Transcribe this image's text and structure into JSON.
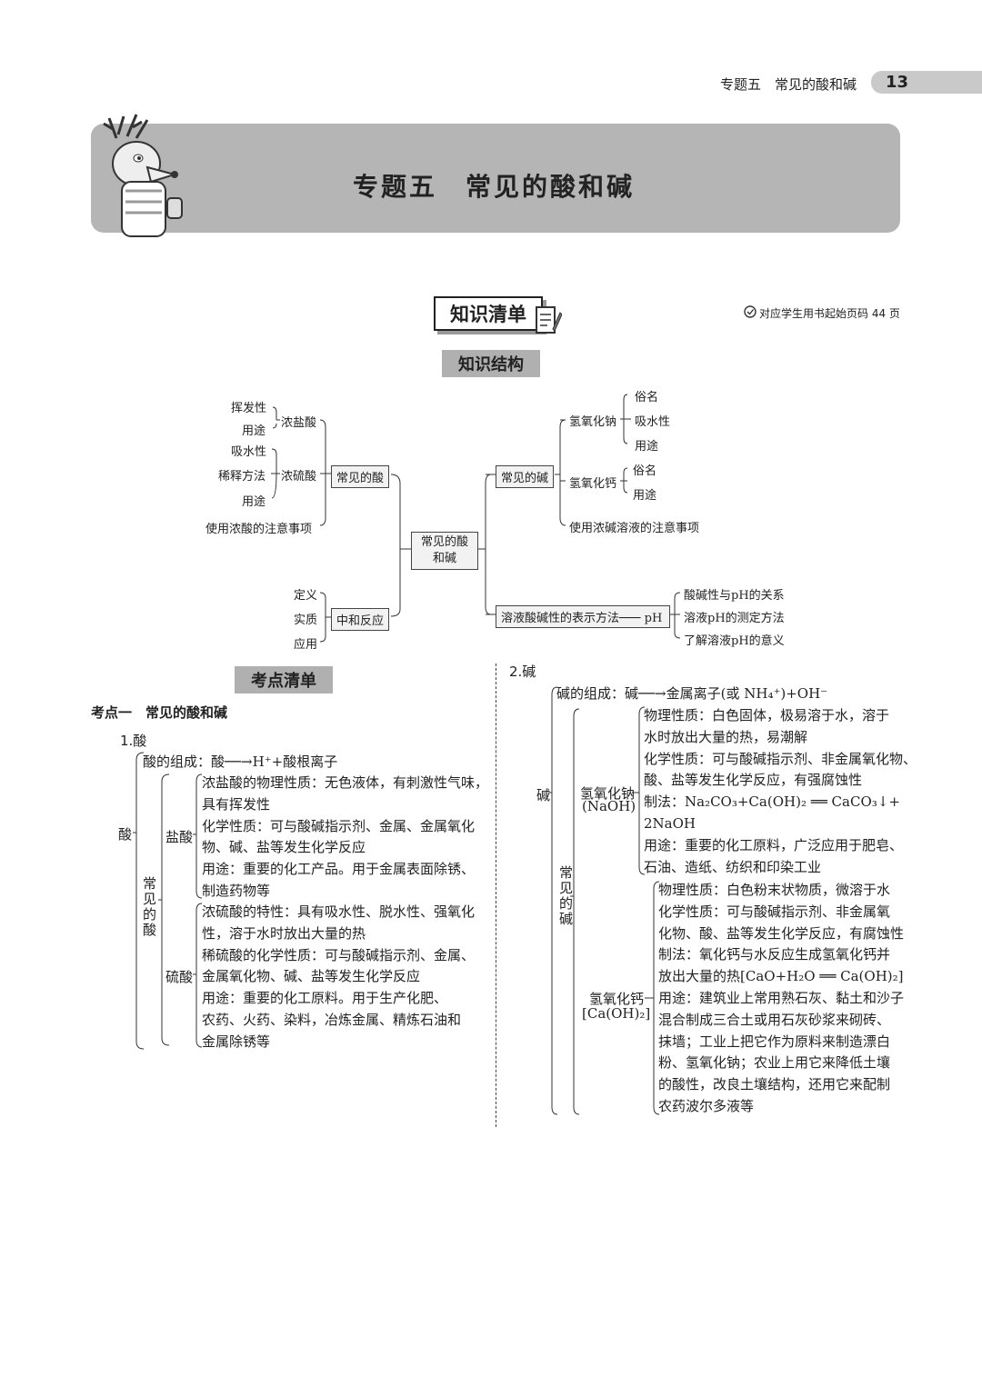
{
  "header": {
    "running_title": "专题五　常见的酸和碱",
    "page_number": "13"
  },
  "banner": {
    "title": "专题五　常见的酸和碱"
  },
  "section": {
    "tag": "知识清单",
    "note": "对应学生用书起始页码 44 页",
    "structure_title": "知识结构",
    "points_title": "考点清单"
  },
  "mindmap": {
    "center": "常见的酸和碱",
    "acids": {
      "label": "常见的酸",
      "hcl": {
        "label": "浓盐酸",
        "items": [
          "挥发性",
          "用途"
        ]
      },
      "h2so4": {
        "label": "浓硫酸",
        "items": [
          "吸水性",
          "稀释方法",
          "用途"
        ]
      },
      "caution": "使用浓酸的注意事项"
    },
    "neutral": {
      "label": "中和反应",
      "items": [
        "定义",
        "实质",
        "应用"
      ]
    },
    "bases": {
      "label": "常见的碱",
      "naoh": {
        "label": "氢氧化钠",
        "items": [
          "俗名",
          "吸水性",
          "用途"
        ]
      },
      "caoh": {
        "label": "氢氧化钙",
        "items": [
          "俗名",
          "用途"
        ]
      },
      "caution": "使用浓碱溶液的注意事项"
    },
    "ph": {
      "label": "溶液酸碱性的表示方法",
      "ph": "pH",
      "items": [
        "酸碱性与pH的关系",
        "溶液pH的测定方法",
        "了解溶液pH的意义"
      ]
    }
  },
  "point1": {
    "title": "考点一　常见的酸和碱",
    "acid_heading": "1.酸",
    "acid_label": "酸",
    "acid_comp": "酸的组成：酸──→H⁺+酸根离子",
    "common_acid": "常见的酸",
    "hcl_label": "盐酸",
    "hcl_lines": [
      "浓盐酸的物理性质：无色液体，有刺激性气味，",
      "具有挥发性",
      "化学性质：可与酸碱指示剂、金属、金属氧化",
      "物、碱、盐等发生化学反应",
      "用途：重要的化工产品。用于金属表面除锈、",
      "制造药物等"
    ],
    "h2so4_label": "硫酸",
    "h2so4_lines": [
      "浓硫酸的特性：具有吸水性、脱水性、强氧化",
      "性，溶于水时放出大量的热",
      "稀硫酸的化学性质：可与酸碱指示剂、金属、",
      "金属氧化物、碱、盐等发生化学反应",
      "用途：重要的化工原料。用于生产化肥、",
      "农药、火药、染料，冶炼金属、精炼石油和",
      "金属除锈等"
    ]
  },
  "point2": {
    "base_heading": "2.碱",
    "base_label": "碱",
    "base_comp": "碱的组成：碱──→金属离子(或 NH₄⁺)+OH⁻",
    "common_base": "常见的碱",
    "naoh_label1": "氢氧化钠",
    "naoh_label2": "(NaOH)",
    "naoh_lines": [
      "物理性质：白色固体，极易溶于水，溶于",
      "水时放出大量的热，易潮解",
      "化学性质：可与酸碱指示剂、非金属氧化物、",
      "酸、盐等发生化学反应，有强腐蚀性",
      "制法：Na₂CO₃+Ca(OH)₂ ══ CaCO₃↓+",
      "2NaOH",
      "用途：重要的化工原料，广泛应用于肥皂、",
      "石油、造纸、纺织和印染工业"
    ],
    "caoh_label1": "氢氧化钙",
    "caoh_label2": "[Ca(OH)₂]",
    "caoh_lines": [
      "物理性质：白色粉末状物质，微溶于水",
      "化学性质：可与酸碱指示剂、非金属氧",
      "化物、酸、盐等发生化学反应，有腐蚀性",
      "制法：氧化钙与水反应生成氢氧化钙并",
      "放出大量的热[CaO+H₂O ══ Ca(OH)₂]",
      "用途：建筑业上常用熟石灰、黏土和沙子",
      "混合制成三合土或用石灰砂浆来砌砖、",
      "抹墙；工业上把它作为原料来制造漂白",
      "粉、氢氧化钠；农业上用它来降低土壤",
      "的酸性，改良土壤结构，还用它来配制",
      "农药波尔多液等"
    ]
  }
}
